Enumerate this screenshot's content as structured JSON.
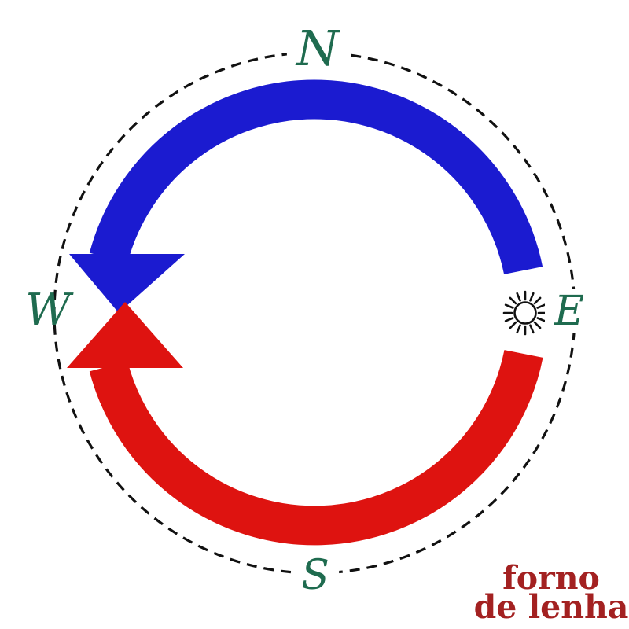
{
  "compass": {
    "north": "N",
    "east": "E",
    "south": "S",
    "west": "W"
  },
  "caption": {
    "line1": "forno",
    "line2": "de lenha"
  },
  "icons": {
    "sun": "sun-icon"
  },
  "arrows": [
    {
      "id": "blue-arrow",
      "color_ref": "arc_blue",
      "from": "E",
      "via": "N",
      "to": "W"
    },
    {
      "id": "red-arrow",
      "color_ref": "arc_red",
      "from": "E",
      "via": "S",
      "to": "W"
    }
  ],
  "colors": {
    "background": "#ffffff",
    "outline": "#111111",
    "arc_blue": "#1b1bd0",
    "arc_red": "#de1310",
    "label_green": "#1f6b4f",
    "caption_red": "#a32121"
  }
}
